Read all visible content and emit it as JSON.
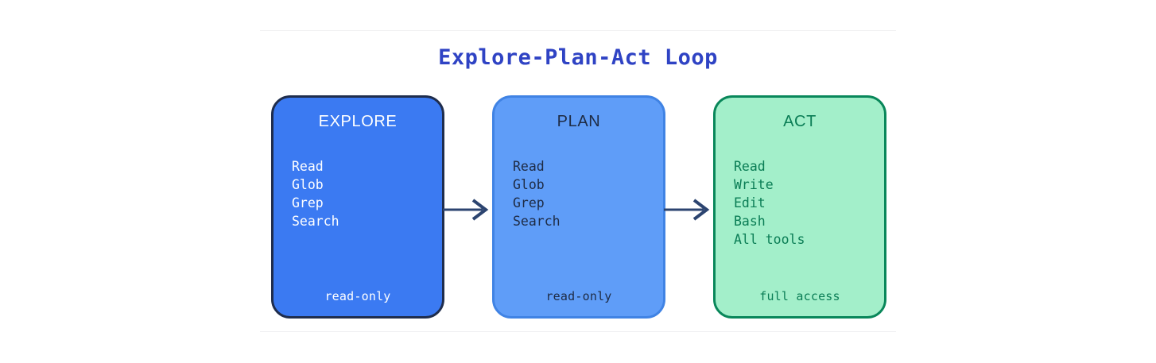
{
  "diagram": {
    "title": "Explore-Plan-Act Loop",
    "title_color": "#2f43c4",
    "background": "#ffffff",
    "arrow_color": "#2c4470",
    "rule_color": "#f0f0f2",
    "stages": [
      {
        "id": "explore",
        "title": "EXPLORE",
        "tools": "Read\nGlob\nGrep\nSearch",
        "tool_list": [
          "Read",
          "Glob",
          "Grep",
          "Search"
        ],
        "footer": "read-only",
        "fill": "#3b7af2",
        "border": "#1f2d4d",
        "text": "#ffffff"
      },
      {
        "id": "plan",
        "title": "PLAN",
        "tools": "Read\nGlob\nGrep\nSearch",
        "tool_list": [
          "Read",
          "Glob",
          "Grep",
          "Search"
        ],
        "footer": "read-only",
        "fill": "#5f9df8",
        "border": "#4083e4",
        "text": "#1e2b44"
      },
      {
        "id": "act",
        "title": "ACT",
        "tools": "Read\nWrite\nEdit\nBash\nAll tools",
        "tool_list": [
          "Read",
          "Write",
          "Edit",
          "Bash",
          "All tools"
        ],
        "footer": "full access",
        "fill": "#a3efca",
        "border": "#09875a",
        "text": "#0a7d55"
      }
    ],
    "arrows": [
      {
        "id": "explore-to-plan",
        "from": "explore",
        "to": "plan"
      },
      {
        "id": "plan-to-act",
        "from": "plan",
        "to": "act"
      }
    ]
  }
}
